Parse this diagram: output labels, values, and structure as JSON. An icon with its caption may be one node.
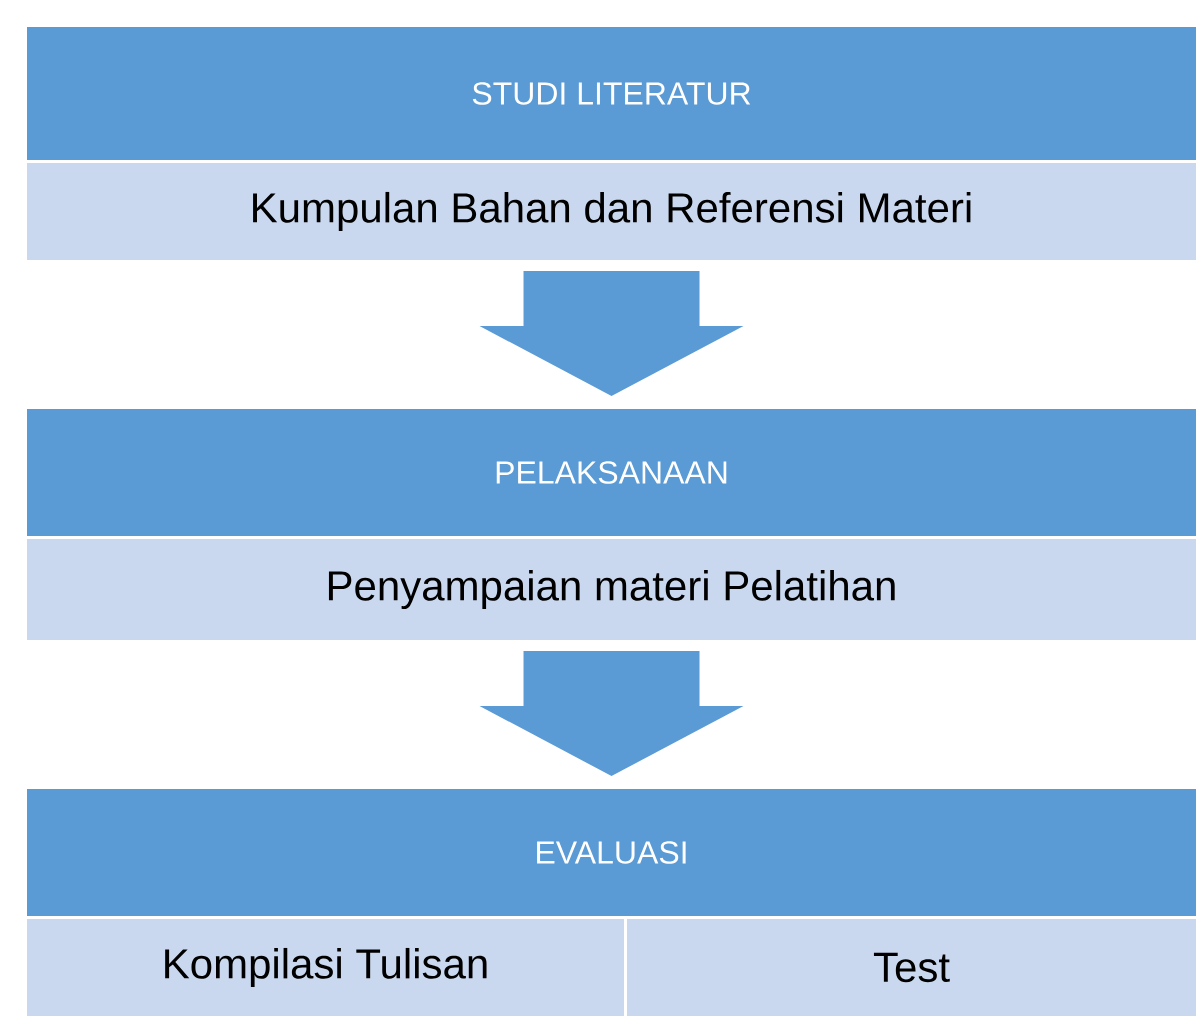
{
  "diagram": {
    "nodes": [
      {
        "text": [
          "STUDI LITERATUR"
        ]
      },
      {
        "text": [
          "Kumpulan Bahan dan Referensi Materi"
        ]
      },
      {
        "text": [
          "PELAKSANAAN"
        ]
      },
      {
        "text": [
          "Penyampaian materi Pelatihan"
        ]
      },
      {
        "text": [
          "EVALUASI"
        ]
      },
      {
        "text": [
          "Kompilasi Tulisan"
        ]
      },
      {
        "text": [
          "Test"
        ]
      }
    ],
    "edges": [
      {
        "from": 1,
        "to": 2,
        "arrow": "to"
      },
      {
        "from": 3,
        "to": 4,
        "arrow": "to"
      }
    ]
  }
}
